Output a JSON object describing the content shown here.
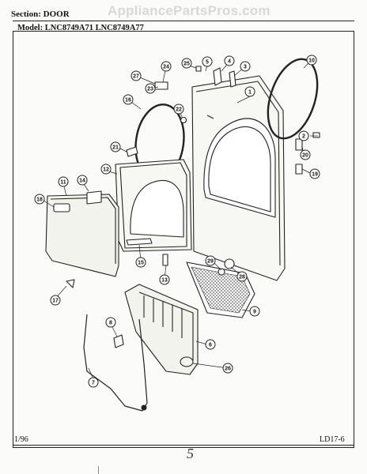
{
  "header": {
    "watermark": "AppliancePartsPros.com",
    "section": "Section: DOOR",
    "model": "Model: LNC8749A71 LNC8749A77"
  },
  "footer": {
    "date": "1/96",
    "page_code": "LD17-6",
    "handwritten_mark": "5"
  },
  "callouts": [
    "1",
    "2",
    "3",
    "4",
    "5",
    "6",
    "7",
    "8",
    "9",
    "10",
    "11",
    "12",
    "13",
    "14",
    "15",
    "16",
    "17",
    "18",
    "19",
    "20",
    "21",
    "22",
    "23",
    "24",
    "25",
    "26",
    "27",
    "28",
    "29"
  ]
}
